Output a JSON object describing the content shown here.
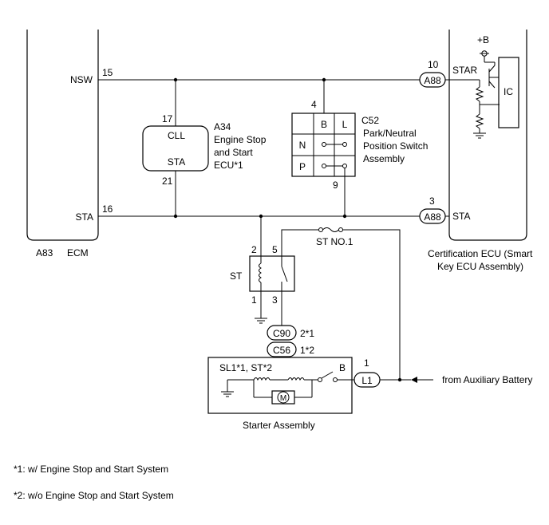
{
  "ecm": {
    "connector": "A83",
    "name": "ECM",
    "pins": {
      "nsw_num": "15",
      "nsw_name": "NSW",
      "sta_num": "16",
      "sta_name": "STA"
    }
  },
  "engine_stop_ecu": {
    "connector": "A34",
    "name_lines": [
      "Engine Stop",
      "and Start",
      "ECU*1"
    ],
    "pins": {
      "cll_num": "17",
      "cll_name": "CLL",
      "sta_num": "21",
      "sta_name": "STA"
    }
  },
  "pn_switch": {
    "connector": "C52",
    "name_lines": [
      "Park/Neutral",
      "Position Switch",
      "Assembly"
    ],
    "pin_top": "4",
    "pin_bottom": "9",
    "cols": [
      "B",
      "L"
    ],
    "rows": [
      "N",
      "P"
    ]
  },
  "cert_ecu": {
    "name_lines": [
      "Certification ECU (Smart",
      "Key ECU Assembly)"
    ],
    "supply": "+B",
    "ic": "IC",
    "star": {
      "num": "10",
      "conn": "A88",
      "name": "STAR"
    },
    "sta": {
      "num": "3",
      "conn": "A88",
      "name": "STA"
    }
  },
  "relay": {
    "name": "ST",
    "pins": [
      "2",
      "5",
      "1",
      "3"
    ]
  },
  "fuse": {
    "name": "ST NO.1"
  },
  "connectors": {
    "c90": "C90",
    "c90_note": "2*1",
    "c56": "C56",
    "c56_note": "1*2"
  },
  "starter": {
    "label": "SL1*1, ST*2",
    "motor": "M",
    "b_terminal": "B",
    "conn": "L1",
    "pin": "1",
    "name": "Starter Assembly"
  },
  "battery": {
    "label": "from Auxiliary Battery"
  },
  "footnotes": [
    "*1: w/ Engine Stop and Start System",
    "*2: w/o Engine Stop and Start System"
  ]
}
